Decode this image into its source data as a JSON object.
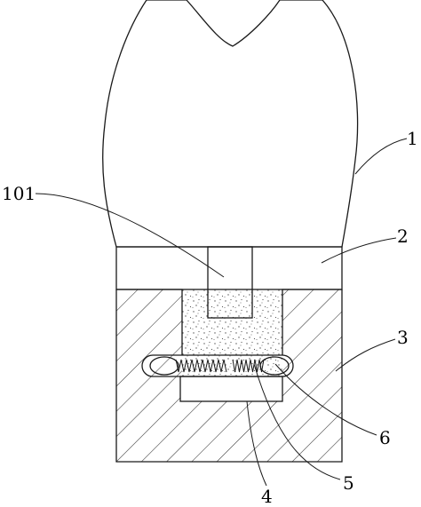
{
  "labels": {
    "l1": "1",
    "l101": "101",
    "l2": "2",
    "l3": "3",
    "l6": "6",
    "l5": "5",
    "l4": "4"
  },
  "colors": {
    "line": "#1a1a1a",
    "hatch": "#333333",
    "stipple": "#555555",
    "background": "#ffffff"
  }
}
